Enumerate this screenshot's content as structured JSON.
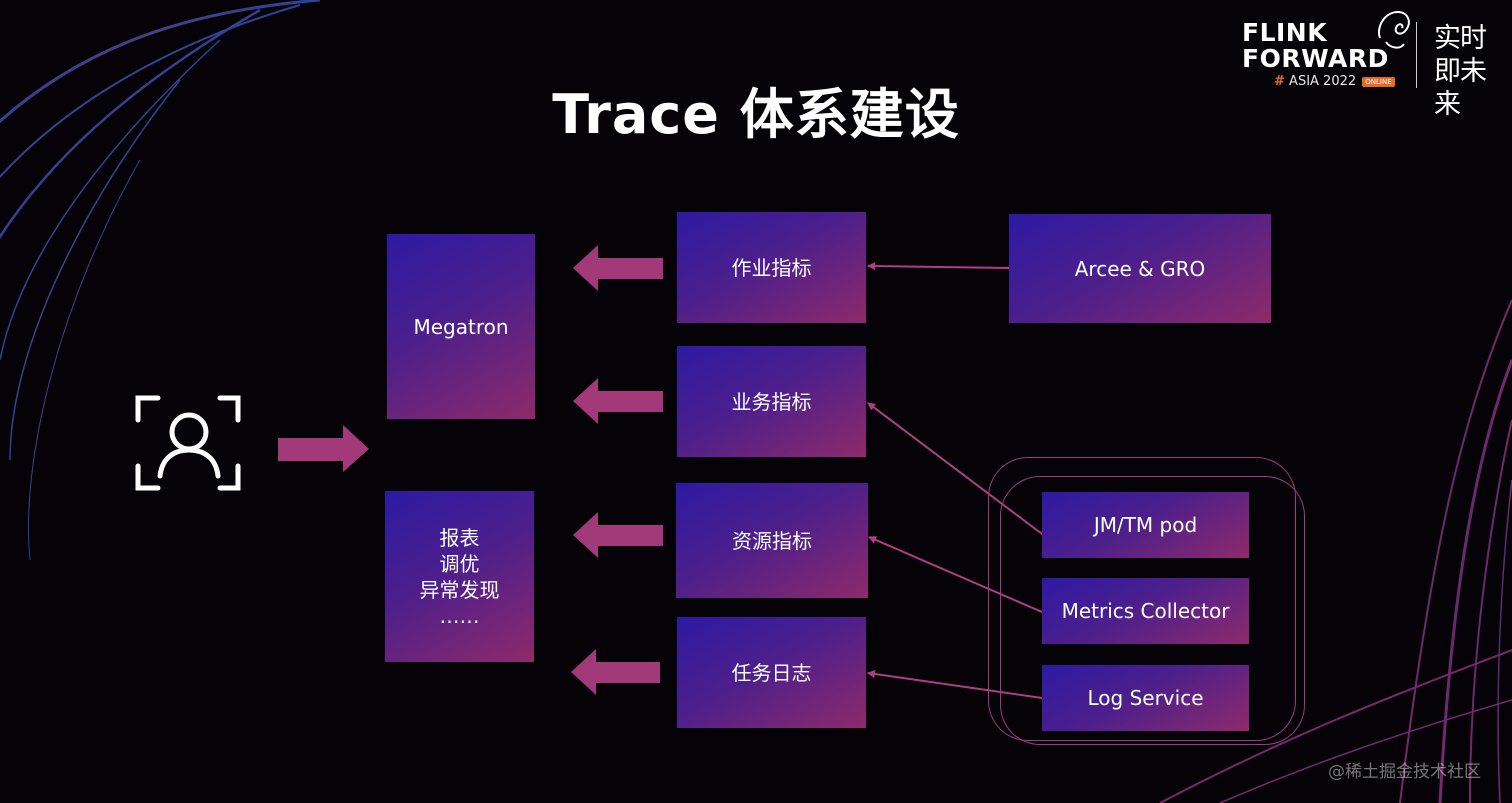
{
  "title": "Trace 体系建设",
  "logo": {
    "line1": "FLINK",
    "line2": "FORWARD",
    "hash": "#",
    "event": "ASIA 2022",
    "badge": "ONLINE",
    "slogan": "实时即未来"
  },
  "consumers": {
    "megatron": "Megatron",
    "reports": "报表\n调优\n异常发现\n……"
  },
  "metrics": {
    "job": "作业指标",
    "business": "业务指标",
    "resource": "资源指标",
    "task_log": "任务日志"
  },
  "sources": {
    "arcee": "Arcee & GRO",
    "pod": "JM/TM pod",
    "collector": "Metrics Collector",
    "log_service": "Log Service"
  },
  "watermark": "@稀土掘金技术社区",
  "colors": {
    "background": "#050307",
    "box_start": "#2d1aa3",
    "box_end": "#8e2a6a",
    "arrow": "#a23a7a",
    "connector": "#b03f80",
    "accent": "#e46a2a"
  },
  "icons": {
    "user": "user-scan-icon"
  }
}
